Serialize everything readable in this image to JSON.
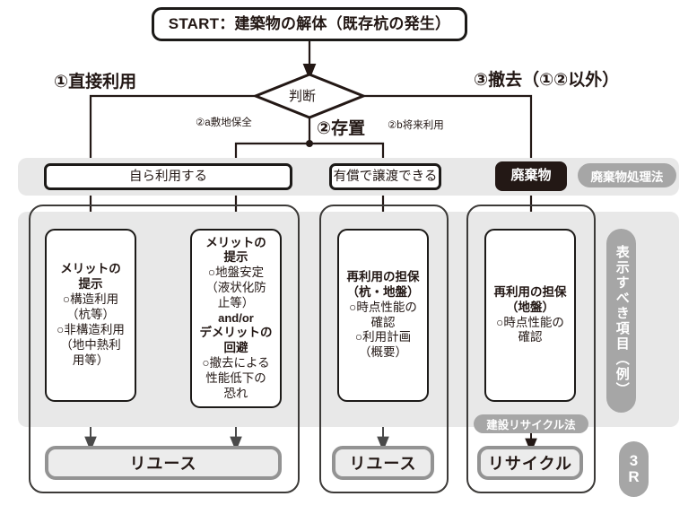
{
  "diagram": {
    "start": {
      "label": "START：建築物の解体（既存杭の発生）"
    },
    "decision": {
      "label": "判断"
    },
    "branches": {
      "b1": "①直接利用",
      "b2a": "②a敷地保全",
      "b2": "②存置",
      "b2b": "②b将来利用",
      "b3": "③撤去（①②以外）"
    },
    "lane": {
      "self_use": "自ら利用する",
      "transfer": "有償で譲渡できる",
      "waste": "廃棄物",
      "waste_law": "廃棄物処理法"
    },
    "cards": [
      {
        "id": "card-merit-structure",
        "head": "メリットの\n提示",
        "body": "○構造利用\n（杭等）\n○非構造利用\n（地中熱利\n用等）"
      },
      {
        "id": "card-merit-ground",
        "head": "メリットの\n提示",
        "body": "○地盤安定\n（液状化防\n止等）",
        "mid": "and/or",
        "head2": "デメリットの\n回避",
        "body2": "○撤去による\n性能低下の\n恐れ"
      },
      {
        "id": "card-reuse-pile-ground",
        "head": "再利用の担保\n（杭・地盤）",
        "body": "○時点性能の\n確認\n○利用計画\n（概要）"
      },
      {
        "id": "card-reuse-ground",
        "head": "再利用の担保\n（地盤）",
        "body": "○時点性能の\n確認"
      }
    ],
    "outcomes": {
      "reuse_left": "リユース",
      "reuse_mid": "リユース",
      "recycle": "リサイクル"
    },
    "badges": {
      "construction_recycle_law": "建設リサイクル法",
      "display_items": "表示すべき項目",
      "display_items_suffix": "（例）",
      "three_r_line1": "3",
      "three_r_line2": "R"
    },
    "colors": {
      "ink": "#231815",
      "band": "#e8e8e8",
      "pill": "#a6a6a6",
      "outcome_fill": "#ececec",
      "outcome_border": "#939393"
    }
  }
}
